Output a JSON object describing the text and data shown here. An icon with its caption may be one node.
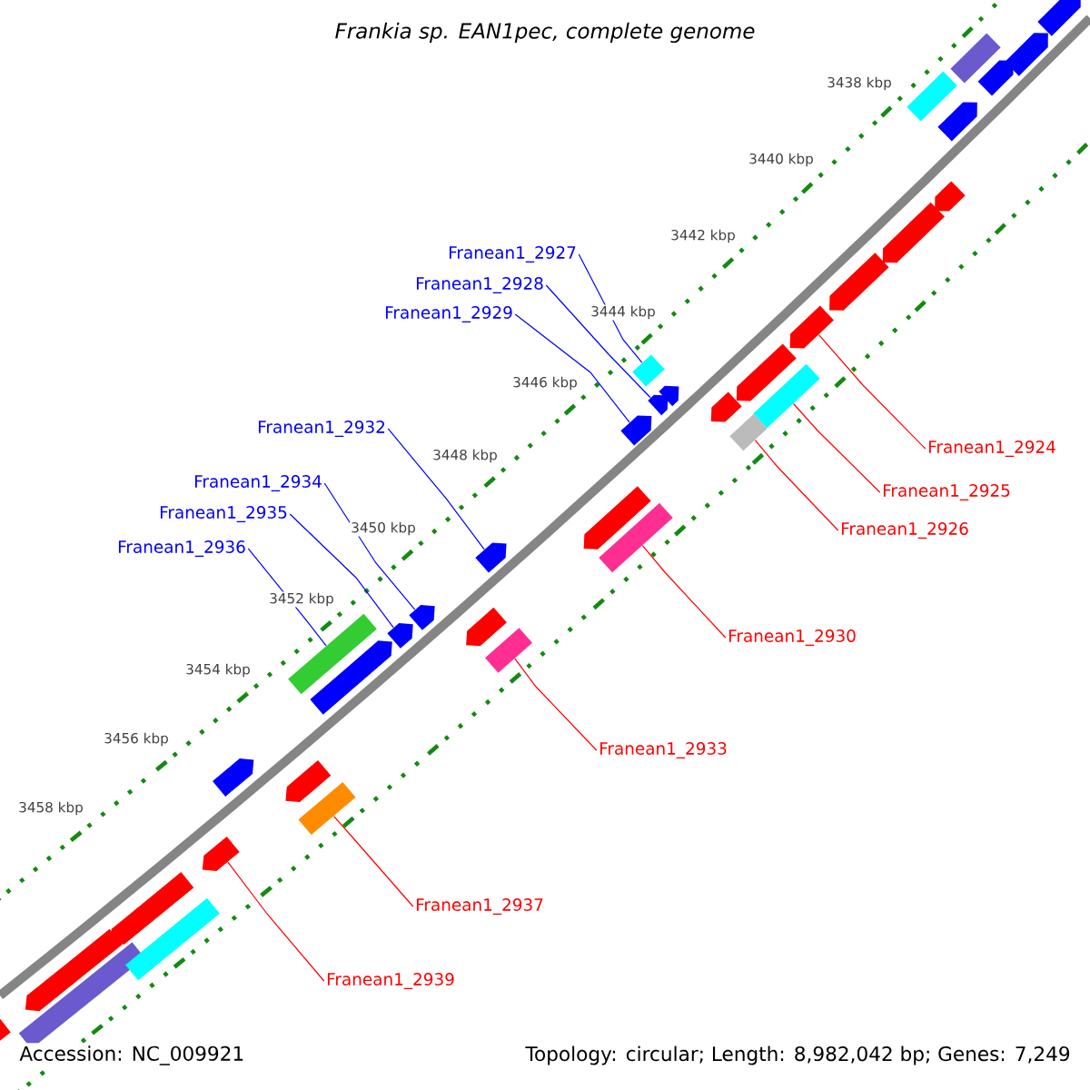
{
  "diagram": {
    "title": "Frankia sp. EAN1pec, complete genome",
    "nodes": [
      {
        "text": [
          "Franean1_2927"
        ]
      },
      {
        "text": [
          "Franean1_2928"
        ]
      },
      {
        "text": [
          "Franean1_2929"
        ]
      },
      {
        "text": [
          "Franean1_2924"
        ]
      },
      {
        "text": [
          "Franean1_2925"
        ]
      },
      {
        "text": [
          "Franean1_2926"
        ]
      },
      {
        "text": [
          "Franean1_2932"
        ]
      },
      {
        "text": [
          "Franean1_2934"
        ]
      },
      {
        "text": [
          "Franean1_2935"
        ]
      },
      {
        "text": [
          "Franean1_2936"
        ]
      },
      {
        "text": [
          "Franean1_2930"
        ]
      },
      {
        "text": [
          "Franean1_2933"
        ]
      },
      {
        "text": [
          "Franean1_2937"
        ]
      },
      {
        "text": [
          "Franean1_2939"
        ]
      },
      {
        "text": [],
        "shape": "box"
      },
      {
        "text": [],
        "shape": "arrow"
      },
      {
        "text": [],
        "shape": "arrow"
      },
      {
        "text": [],
        "shape": "arrow"
      },
      {
        "text": [],
        "shape": "box"
      },
      {
        "text": [],
        "shape": "box"
      },
      {
        "text": [],
        "shape": "arrow"
      },
      {
        "text": [],
        "shape": "arrow"
      },
      {
        "text": [],
        "shape": "arrow"
      },
      {
        "text": [],
        "shape": "box"
      },
      {
        "text": [],
        "shape": "box"
      },
      {
        "text": [],
        "shape": "box"
      },
      {
        "text": [],
        "shape": "box"
      },
      {
        "text": [],
        "shape": "arrow"
      },
      {
        "text": [],
        "shape": "arrow"
      },
      {
        "text": [],
        "shape": "arrow"
      },
      {
        "text": [],
        "shape": "box"
      },
      {
        "text": [],
        "shape": "arrow"
      },
      {
        "text": [],
        "shape": "box"
      },
      {
        "text": [],
        "shape": "arrow"
      },
      {
        "text": [],
        "shape": "arrow"
      },
      {
        "text": [],
        "shape": "arrow"
      },
      {
        "text": [],
        "shape": "arrow"
      },
      {
        "text": [],
        "shape": "arrow"
      },
      {
        "text": [],
        "shape": "arrow"
      },
      {
        "text": [],
        "shape": "arrow"
      },
      {
        "text": [],
        "shape": "arrow"
      },
      {
        "text": [],
        "shape": "arrow"
      },
      {
        "text": [],
        "shape": "arrow"
      },
      {
        "text": [],
        "shape": "box"
      },
      {
        "text": [],
        "shape": "arrow"
      },
      {
        "text": [],
        "shape": "arrow"
      },
      {
        "text": [],
        "shape": "box"
      },
      {
        "text": [],
        "shape": "arrow"
      },
      {
        "text": [],
        "shape": "arrow"
      },
      {
        "text": [],
        "shape": "arrow"
      }
    ],
    "edges": [
      {
        "from": 0,
        "to": 14,
        "arrow": "none"
      },
      {
        "from": 1,
        "to": 15,
        "arrow": "none"
      },
      {
        "from": 2,
        "to": 16,
        "arrow": "none"
      },
      {
        "from": 3,
        "to": 17,
        "arrow": "none",
        "color": "#ff0000"
      },
      {
        "from": 4,
        "to": 18,
        "arrow": "none",
        "color": "#ff0000"
      },
      {
        "from": 5,
        "to": 19,
        "arrow": "none",
        "color": "#ff0000"
      },
      {
        "from": 6,
        "to": 20,
        "arrow": "none"
      },
      {
        "from": 7,
        "to": 21,
        "arrow": "none"
      },
      {
        "from": 8,
        "to": 22,
        "arrow": "none"
      },
      {
        "from": 9,
        "to": 23,
        "arrow": "none"
      },
      {
        "from": 10,
        "to": 24,
        "arrow": "none",
        "color": "#ff0000"
      },
      {
        "from": 11,
        "to": 25,
        "arrow": "none",
        "color": "#ff0000"
      },
      {
        "from": 12,
        "to": 26,
        "arrow": "none",
        "color": "#ff0000"
      },
      {
        "from": 13,
        "to": 27,
        "arrow": "none",
        "color": "#ff0000"
      }
    ],
    "labels": [
      "3438 kbp",
      "3440 kbp",
      "3442 kbp",
      "3444 kbp",
      "3446 kbp",
      "3448 kbp",
      "3450 kbp",
      "3452 kbp",
      "3454 kbp",
      "3456 kbp",
      "3458 kbp",
      "Accession: NC_009921",
      "Topology: circular; Length: 8,982,042 bp; Genes: 7,249"
    ]
  }
}
